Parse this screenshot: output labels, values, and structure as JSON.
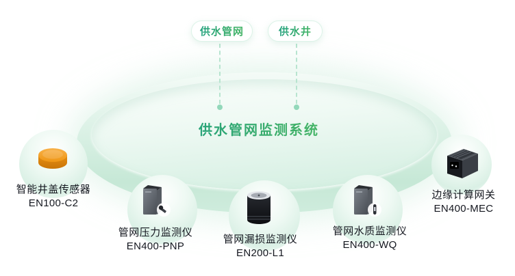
{
  "scene": {
    "title": "供水管网监测系统",
    "tags": [
      {
        "label": "供水管网"
      },
      {
        "label": "供水井"
      }
    ]
  },
  "devices": [
    {
      "name": "智能井盖传感器",
      "model": "EN100-C2",
      "icon": "manhole-cover-sensor"
    },
    {
      "name": "管网压力监测仪",
      "model": "EN400-PNP",
      "icon": "pipeline-pressure-monitor"
    },
    {
      "name": "管网漏损监测仪",
      "model": "EN200-L1",
      "icon": "pipeline-leak-monitor"
    },
    {
      "name": "管网水质监测仪",
      "model": "EN400-WQ",
      "icon": "pipeline-water-quality-monitor"
    },
    {
      "name": "边缘计算网关",
      "model": "EN400-MEC",
      "icon": "edge-computing-gateway"
    }
  ],
  "colors": {
    "accent_green_dark": "#1f9f7e",
    "accent_green_light": "#4cba62",
    "ellipse_ring": "#c6e8d6",
    "ellipse_inner": "#eef9f3",
    "dash_line": "#b7e4cf",
    "dot": "#93d8ba",
    "label_text": "#14171f",
    "sensor_orange": "#f09c1d",
    "device_gray": "#4a4f56",
    "device_black": "#17191d"
  }
}
